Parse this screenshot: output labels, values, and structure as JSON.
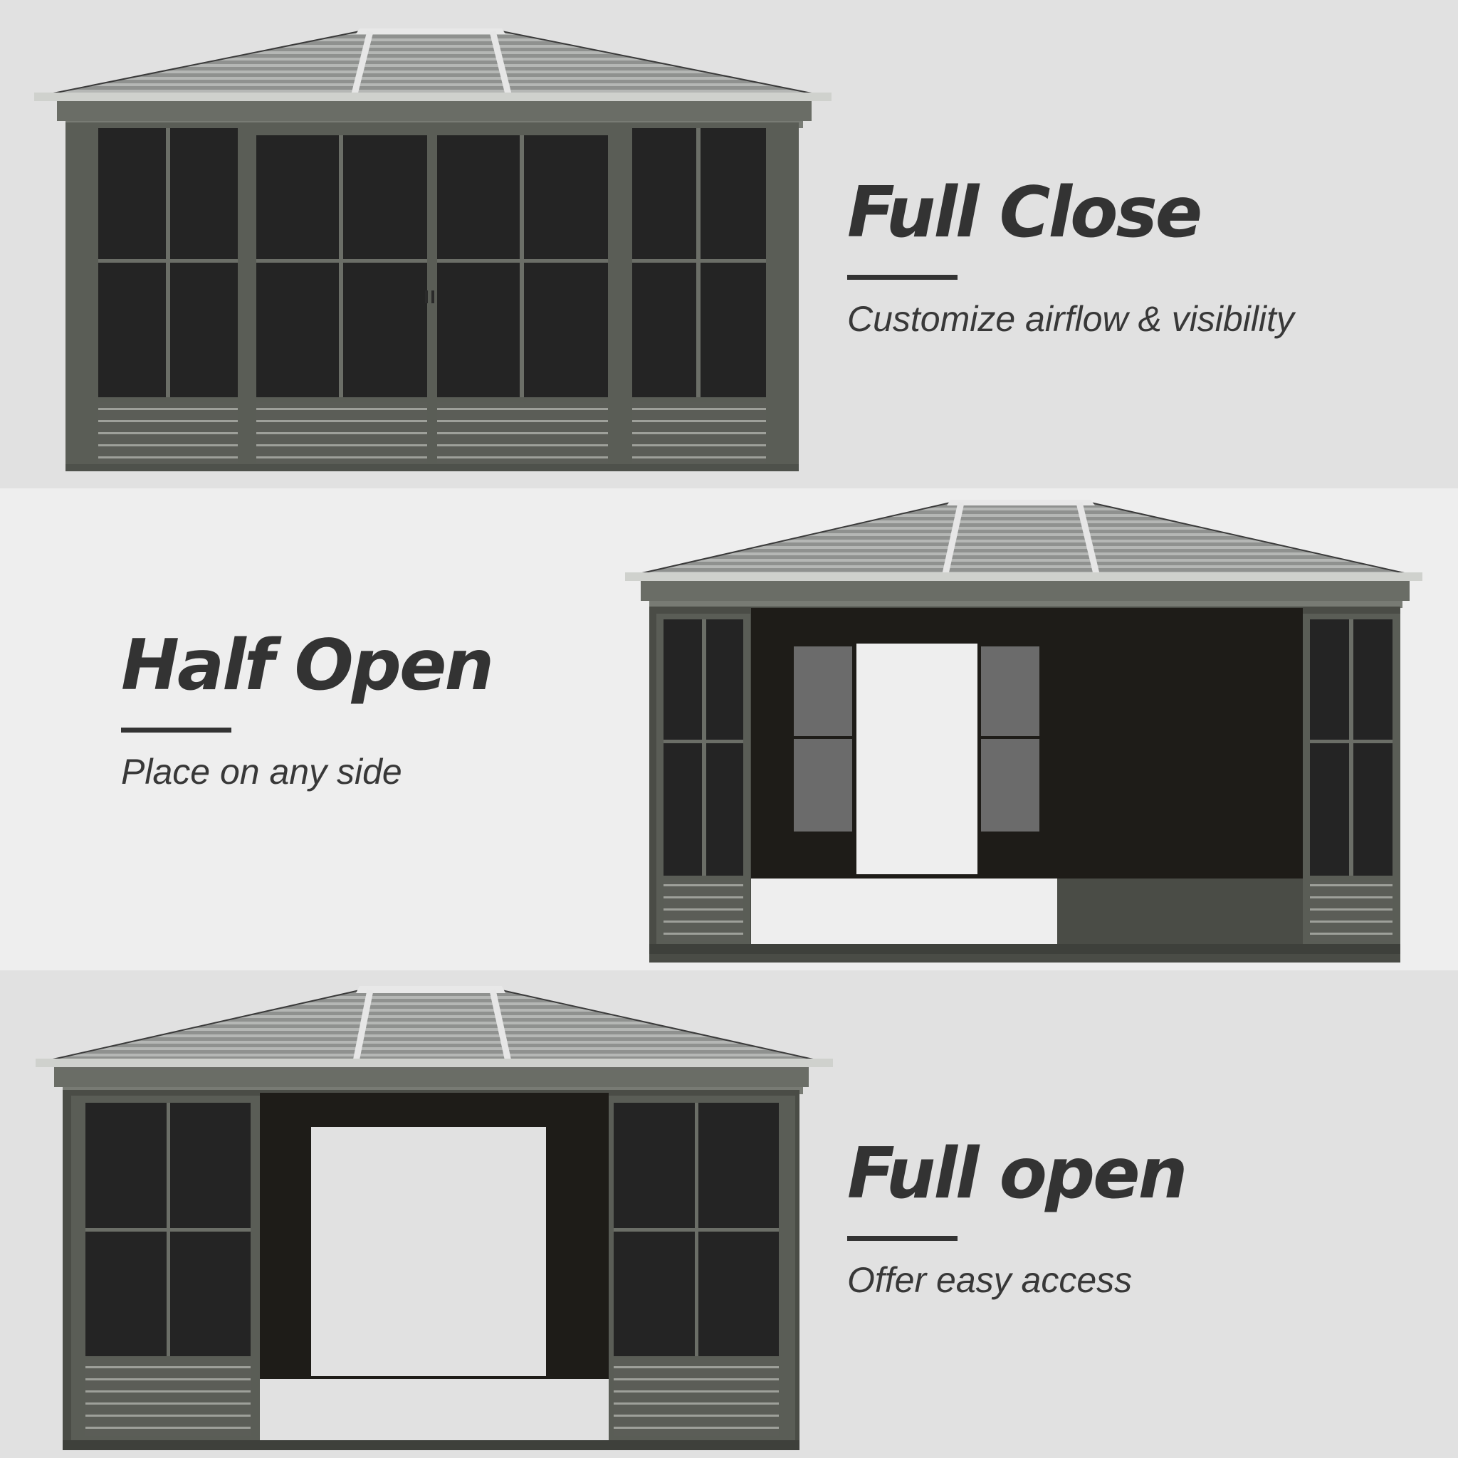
{
  "sections": [
    {
      "mode": "full-close",
      "title": "Full Close",
      "subtitle": "Customize airflow & visibility",
      "background": "#e1e1e1"
    },
    {
      "mode": "half-open",
      "title": "Half Open",
      "subtitle": "Place on any side",
      "background": "#eeeeee"
    },
    {
      "mode": "full-open",
      "title": "Full open",
      "subtitle": "Offer easy access",
      "background": "#e1e1e1"
    }
  ],
  "colors": {
    "text": "#333333",
    "frame": "#575a53",
    "frame_light": "#6c6f68",
    "screen": "#242424",
    "interior": "#1e1c18",
    "roof": "#9a9c9a",
    "roof_rib": "#d9d9d9"
  }
}
